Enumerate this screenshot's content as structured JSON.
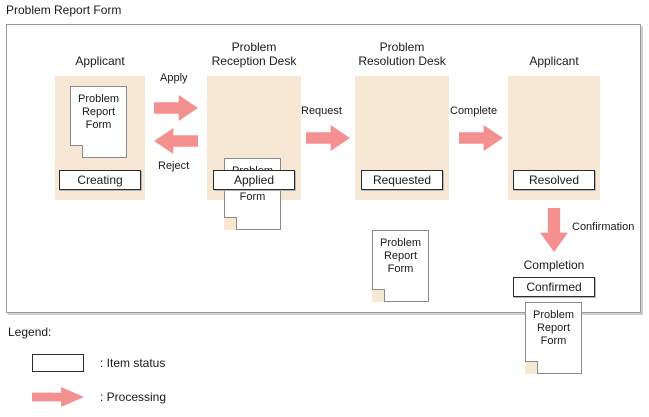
{
  "page": {
    "title": "Problem Report Form"
  },
  "diagram": {
    "lanes": [
      {
        "name": "lane-applicant-creating",
        "title": "Applicant",
        "doc_text": "Problem\nReport\nForm",
        "status": "Creating"
      },
      {
        "name": "lane-problem-reception-desk",
        "title": "Problem\nReception Desk",
        "doc_text": "Problem\nReport\nForm",
        "status": "Applied"
      },
      {
        "name": "lane-problem-resolution-desk",
        "title": "Problem\nResolution Desk",
        "doc_text": "Problem\nReport\nForm",
        "status": "Requested"
      },
      {
        "name": "lane-applicant-resolved",
        "title": "Applicant",
        "doc_text": "Problem\nReport\nForm",
        "status": "Resolved"
      }
    ],
    "transitions": [
      {
        "name": "transition-apply",
        "label": "Apply",
        "direction": "right"
      },
      {
        "name": "transition-reject",
        "label": "Reject",
        "direction": "left"
      },
      {
        "name": "transition-request",
        "label": "Request",
        "direction": "right"
      },
      {
        "name": "transition-complete",
        "label": "Complete",
        "direction": "right"
      },
      {
        "name": "transition-confirmation",
        "label": "Confirmation",
        "direction": "down"
      }
    ],
    "completion": {
      "label": "Completion",
      "status": "Confirmed"
    }
  },
  "legend": {
    "title": "Legend:",
    "items": [
      {
        "name": "legend-item-status",
        "label": ": Item status",
        "type": "box"
      },
      {
        "name": "legend-item-processing",
        "label": ": Processing",
        "type": "arrow"
      }
    ]
  },
  "colors": {
    "lane_fill": "#f7e7d5",
    "arrow_fill": "#f4908f",
    "frame_border": "#9a9a9a",
    "status_border": "#2b2b2b",
    "doc_border": "#8a8a8a",
    "text": "#1a1a1a"
  }
}
